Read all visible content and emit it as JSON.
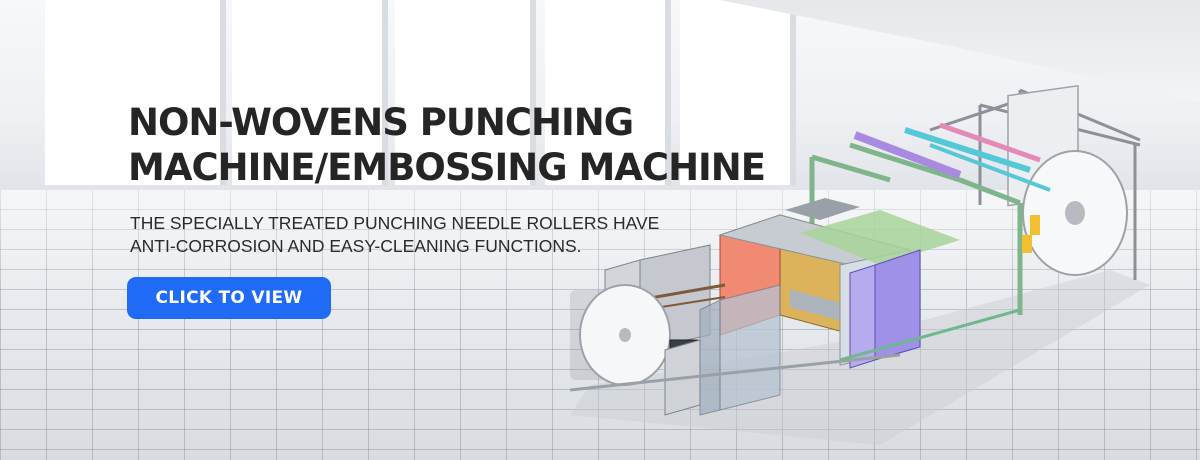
{
  "hero": {
    "title_line_1": "NON-WOVENS PUNCHING",
    "title_line_2": "MACHINE/EMBOSSING MACHINE",
    "subtitle_line_1": "THE SPECIALLY TREATED PUNCHING NEEDLE ROLLERS HAVE",
    "subtitle_line_2": "ANTI-CORROSION AND EASY-CLEANING FUNCTIONS.",
    "cta_label": "CLICK TO VIEW"
  },
  "colors": {
    "cta_background": "#1f6bf5",
    "cta_text": "#ffffff",
    "title_text": "#252525",
    "subtitle_text": "#2a2a2a"
  }
}
